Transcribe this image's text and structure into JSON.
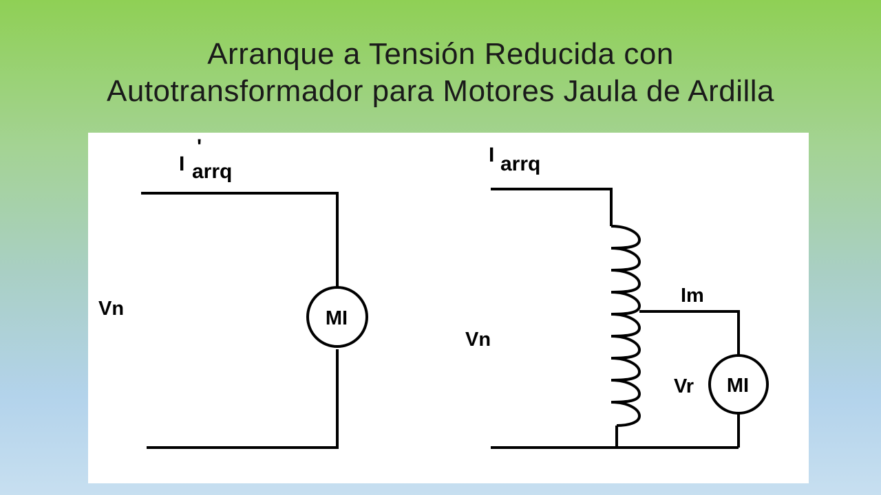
{
  "title": {
    "line1": "Arranque a Tensión Reducida con",
    "line2": "Autotransformador para Motores Jaula de Ardilla"
  },
  "left_circuit": {
    "current_label_main": "I",
    "current_label_prime": "'",
    "current_label_sub": "arrq",
    "voltage_label": "Vn",
    "motor_label": "MI"
  },
  "right_circuit": {
    "current_label_main": "I",
    "current_label_sub": "arrq",
    "voltage_label": "Vn",
    "motor_current_label": "Im",
    "reduced_voltage_label": "Vr",
    "motor_label": "MI"
  }
}
